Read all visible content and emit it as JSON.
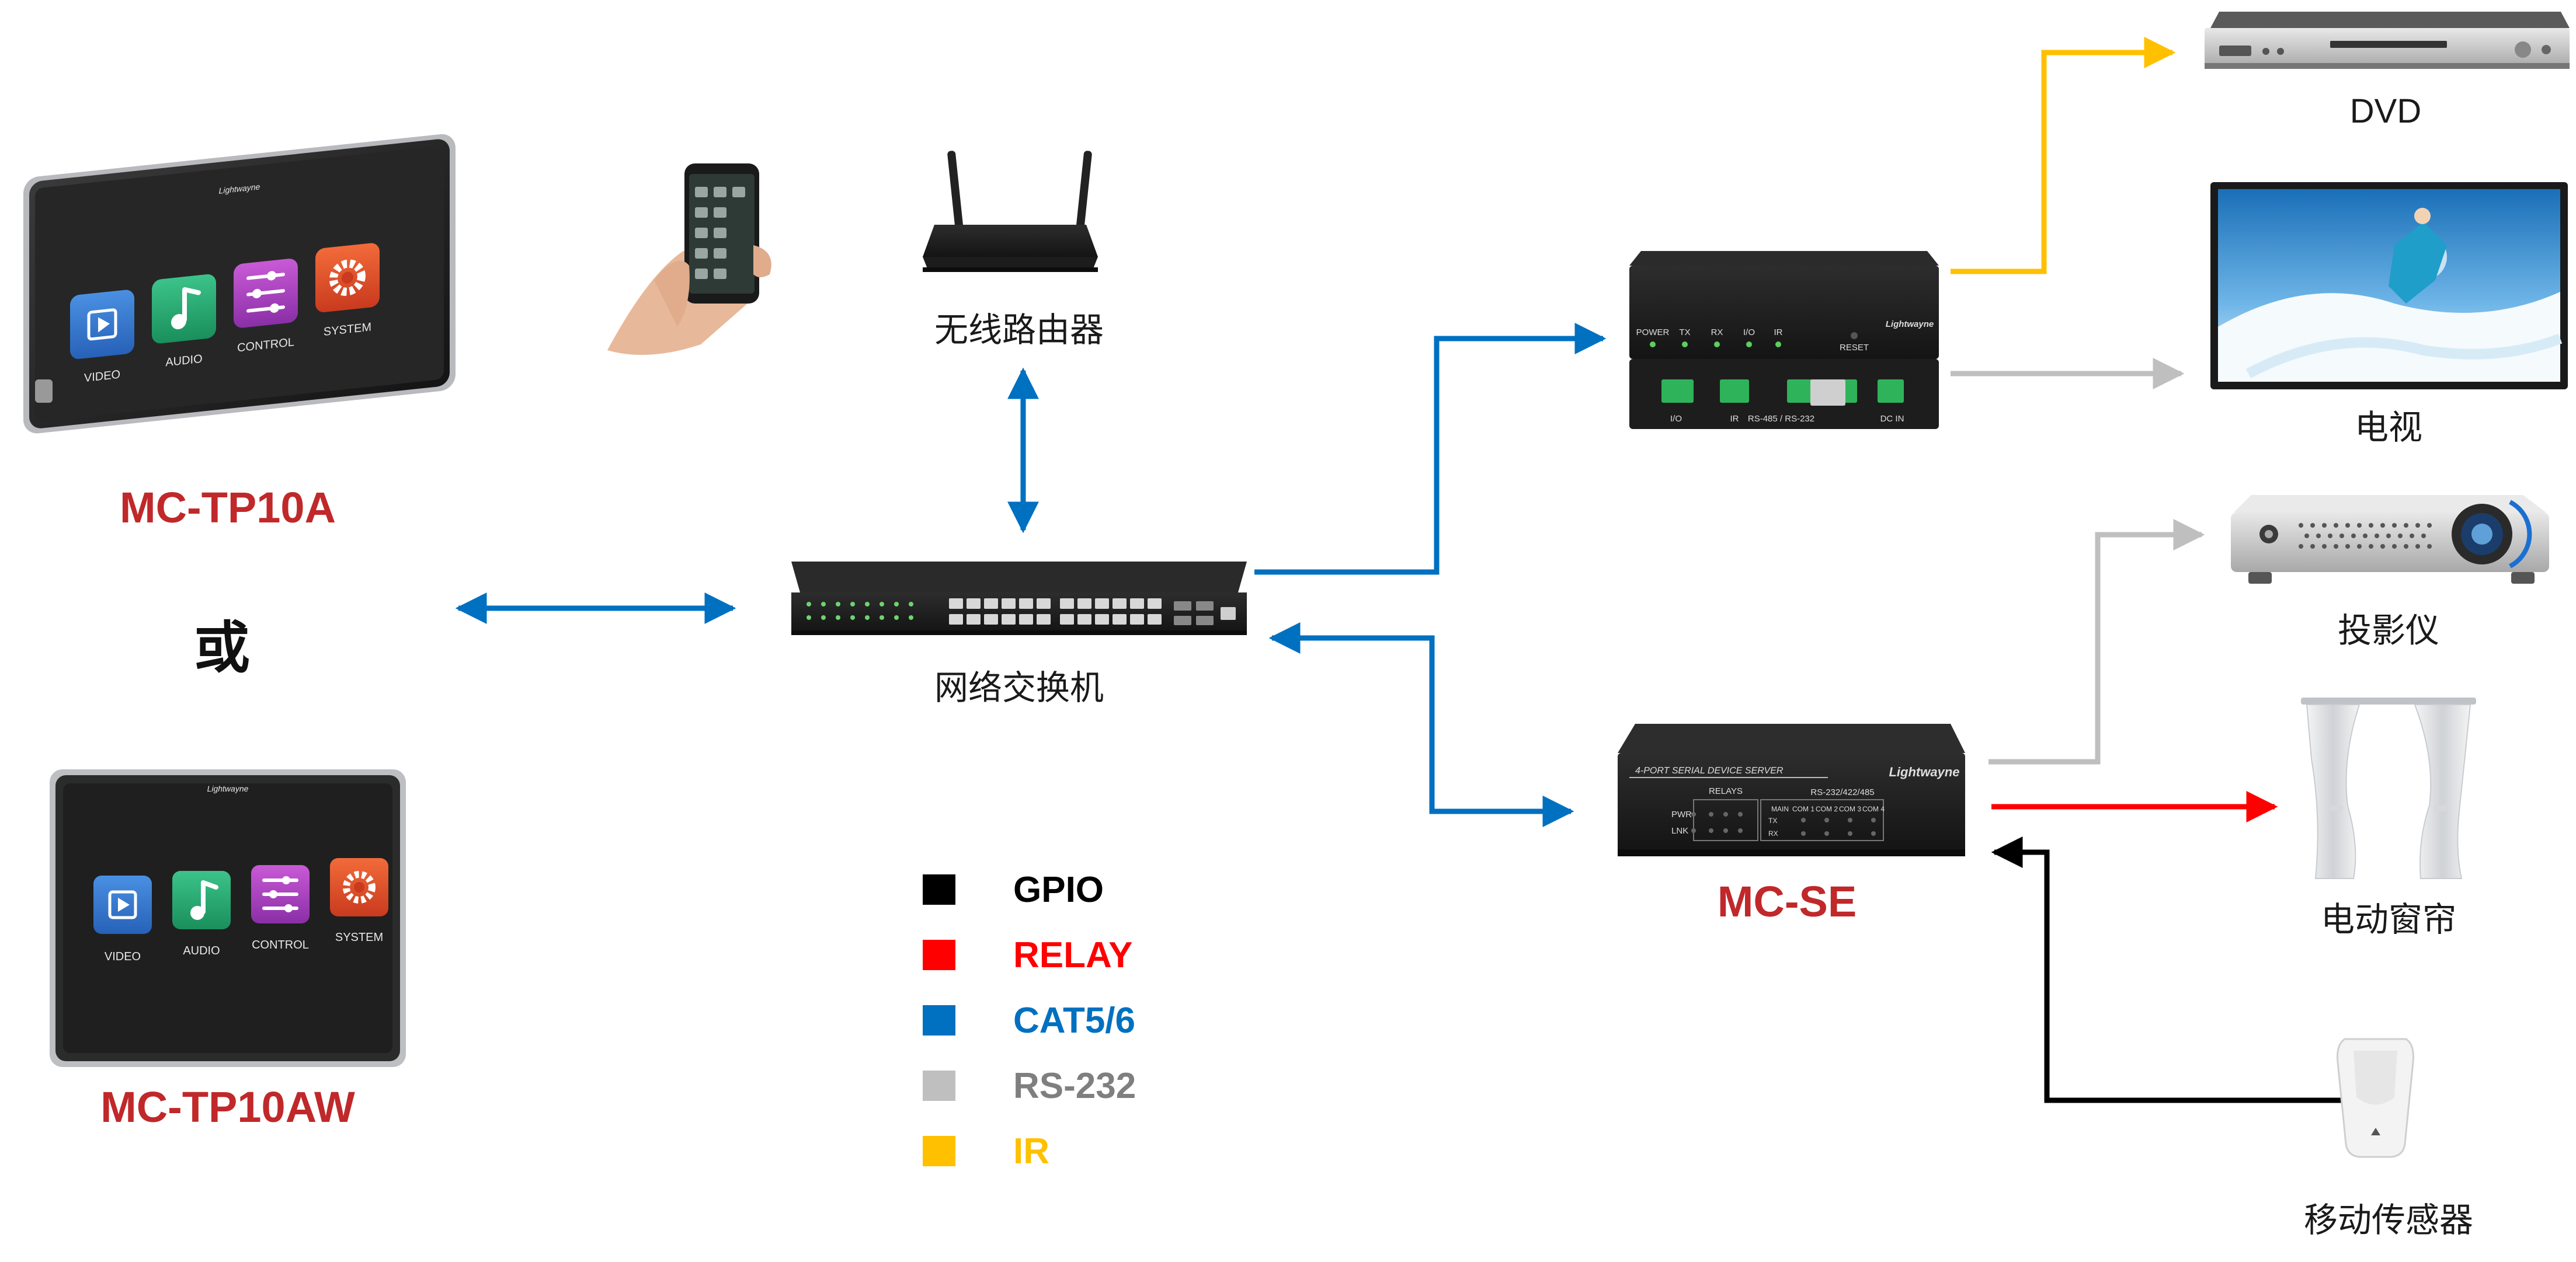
{
  "labels": {
    "tp10a": "MC-TP10A",
    "or": "或",
    "tp10aw": "MC-TP10AW",
    "router": "无线路由器",
    "switch": "网络交换机",
    "mcse": "MC-SE",
    "dvd": "DVD",
    "tv": "电视",
    "projector": "投影仪",
    "curtain": "电动窗帘",
    "sensor": "移动传感器"
  },
  "panel_apps": [
    "VIDEO",
    "AUDIO",
    "CONTROL",
    "SYSTEM"
  ],
  "panel_brand": "Lightwayne",
  "mcse_device": {
    "title": "4-PORT SERIAL DEVICE SERVER",
    "brand": "Lightwayne",
    "relays_label": "RELAYS",
    "ports_label": "RS-232/422/485",
    "port_names": [
      "MAIN",
      "COM 1",
      "COM 2",
      "COM 3",
      "COM 4"
    ],
    "rows": [
      "PWR",
      "LNK"
    ],
    "rx_tx": [
      "TX",
      "RX"
    ]
  },
  "ir_device": {
    "leds": [
      "POWER",
      "TX",
      "RX",
      "I/O",
      "IR"
    ],
    "reset": "RESET",
    "brand": "Lightwayne",
    "bottom_labels": [
      "I/O",
      "IR",
      "RS-485 / RS-232",
      "DC IN"
    ]
  },
  "legend": [
    {
      "label": "GPIO",
      "color": "#000000"
    },
    {
      "label": "RELAY",
      "color": "#ff0000"
    },
    {
      "label": "CAT5/6",
      "color": "#0070c0"
    },
    {
      "label": "RS-232",
      "color": "#bfbfbf"
    },
    {
      "label": "IR",
      "color": "#ffc000"
    }
  ],
  "legend_text_colors": [
    "#000000",
    "#ff0000",
    "#0070c0",
    "#7f7f7f",
    "#ffc000"
  ]
}
